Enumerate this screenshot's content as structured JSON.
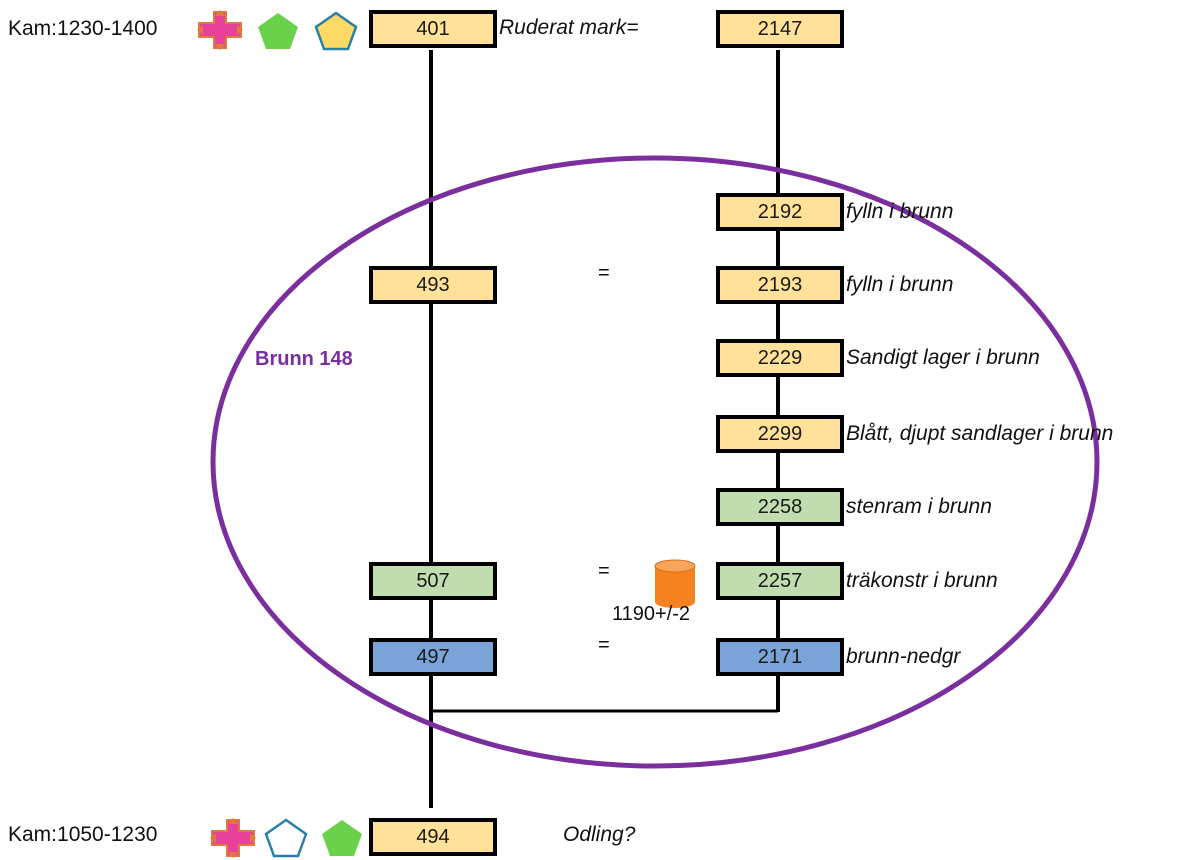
{
  "periods": {
    "top": "Kam:1230-1400",
    "bottom": "Kam:1050-1230"
  },
  "context": {
    "title": "Brunn  148"
  },
  "dating": {
    "value": "1190+/-2",
    "icon": "cylinder-icon"
  },
  "equals": "=",
  "left_units": [
    {
      "id": "401",
      "color": "#ffe199"
    },
    {
      "id": "493",
      "color": "#ffe199"
    },
    {
      "id": "507",
      "color": "#c0ddb0"
    },
    {
      "id": "497",
      "color": "#7aa4d8"
    },
    {
      "id": "494",
      "color": "#ffe199"
    }
  ],
  "right_units": [
    {
      "id": "2147",
      "color": "#ffe199"
    },
    {
      "id": "2192",
      "color": "#ffe199"
    },
    {
      "id": "2193",
      "color": "#ffe199"
    },
    {
      "id": "2229",
      "color": "#ffe199"
    },
    {
      "id": "2299",
      "color": "#ffe199"
    },
    {
      "id": "2258",
      "color": "#c0ddb0"
    },
    {
      "id": "2257",
      "color": "#c0ddb0"
    },
    {
      "id": "2171",
      "color": "#7aa4d8"
    }
  ],
  "descriptions": {
    "401": "Ruderat mark=",
    "2192": "fylln i brunn",
    "2193": "fylln i brunn",
    "2229": "Sandigt lager i brunn",
    "2299": "Blått, djupt sandlager i brunn",
    "2258": "stenram i brunn",
    "2257": "träkonstr i brunn",
    "2171": "brunn-nedgr",
    "494": "Odling?"
  },
  "icons": {
    "top": [
      "compass-cross-icon",
      "green-pentagon-icon",
      "yellow-pentagon-icon"
    ],
    "bottom": [
      "compass-cross-icon",
      "white-pentagon-icon",
      "green-pentagon-icon"
    ]
  },
  "colors": {
    "fill_yellow": "#ffe199",
    "fill_green": "#c0ddb0",
    "fill_blue": "#7aa4d8",
    "ellipse": "#7b2f9f",
    "cross": "#e8419a",
    "pentagon_green": "#6ad24a",
    "pentagon_yellow": "#ffd966",
    "cylinder": "#f5821f"
  }
}
